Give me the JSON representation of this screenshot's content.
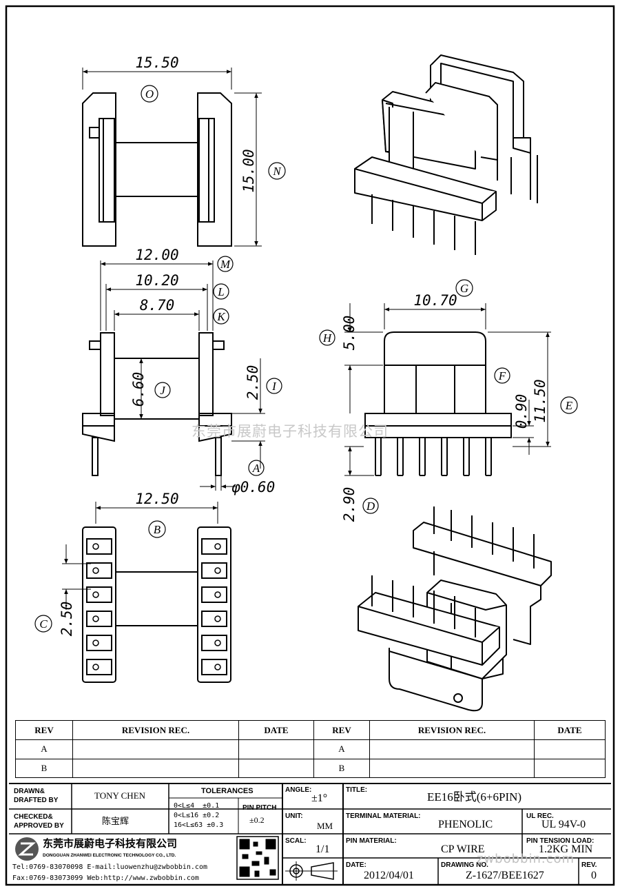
{
  "watermark": {
    "company": "东莞市展蔚电子科技有限公司",
    "site": "zwbobbin.com"
  },
  "dims": {
    "O": "15.50",
    "N": "15.00",
    "M": "12.00",
    "L": "10.20",
    "K": "8.70",
    "J": "6.60",
    "I": "2.50",
    "A": "φ0.60",
    "G": "10.70",
    "H": "5.00",
    "F": "0.90",
    "E": "11.50",
    "D": "2.90",
    "B": "12.50",
    "C": "2.50"
  },
  "letters": {
    "O": "O",
    "N": "N",
    "M": "M",
    "L": "L",
    "K": "K",
    "J": "J",
    "I": "I",
    "A": "A",
    "G": "G",
    "H": "H",
    "F": "F",
    "E": "E",
    "D": "D",
    "B": "B",
    "C": "C"
  },
  "revision_table": {
    "headers": [
      "REV",
      "REVISION REC.",
      "DATE",
      "REV",
      "REVISION REC.",
      "DATE"
    ],
    "rows": [
      [
        "A",
        "",
        "",
        "A",
        "",
        ""
      ],
      [
        "B",
        "",
        "",
        "B",
        "",
        ""
      ]
    ]
  },
  "title_block": {
    "drawn_label": "DRAWN&\nDRAFTED BY",
    "drawn_value": "TONY CHEN",
    "checked_label": "CHECKED&\nAPPROVED BY",
    "checked_value": "陈宝辉",
    "tolerances_label": "TOLERANCES",
    "tol_rows": [
      [
        "0<L≤4",
        "±0.1"
      ],
      [
        "0<L≤16",
        "±0.2"
      ],
      [
        "16<L≤63",
        "±0.3"
      ]
    ],
    "pin_pitch_label": "PIN PITCH",
    "pin_pitch_value": "±0.2",
    "angle_label": "ANGLE:",
    "angle_value": "±1°",
    "unit_label": "UNIT:",
    "unit_value": "MM",
    "scale_label": "SCAL:",
    "scale_value": "1/1",
    "title_label": "TITLE:",
    "title_value": "EE16卧式(6+6PIN)",
    "terminal_label": "TERMINAL MATERIAL:",
    "terminal_value": "PHENOLIC",
    "ul_label": "UL REC.",
    "ul_value": "UL 94V-0",
    "pin_mat_label": "PIN MATERIAL:",
    "pin_mat_value": "CP WIRE",
    "tension_label": "PIN TENSION LOAD:",
    "tension_value": "1.2KG MIN",
    "date_label": "DATE:",
    "date_value": "2012/04/01",
    "drawing_label": "DRAWING NO.",
    "drawing_value": "Z-1627/BEE1627",
    "rev_label": "REV.",
    "rev_value": "0",
    "company_cn": "东莞市展蔚电子科技有限公司",
    "company_en": "DONGGUAN ZHANWEI ELECTRONIC TECHNOLOGY CO., LTD.",
    "tel": "Tel:0769-83070098",
    "email": "E-mail:luowenzhu@zwbobbin.com",
    "fax": "Fax:0769-83073099",
    "web": "Web:http://www.zwbobbin.com"
  }
}
